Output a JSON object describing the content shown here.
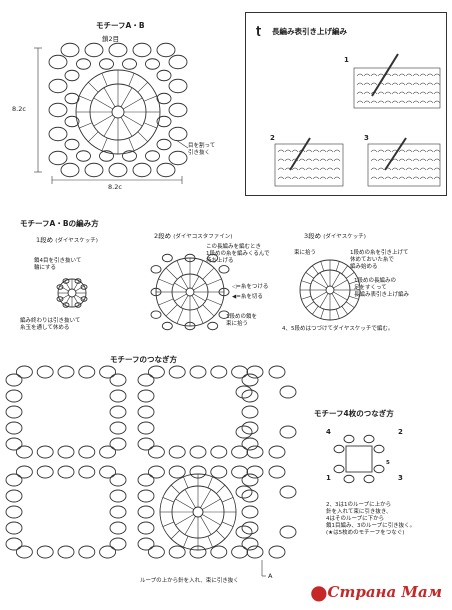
{
  "motif_ab": {
    "title": "モチーフA・B",
    "round_label": "鎖2目",
    "size_height": "8.2c",
    "size_width": "8.2c",
    "note": "目を割って\n引き抜く"
  },
  "stitch_box": {
    "title": "長編み表引き上げ編み",
    "steps": [
      "1",
      "2",
      "3"
    ]
  },
  "howto": {
    "title": "モチーフA・Bの編み方",
    "round1": {
      "label": "1段め",
      "yarn": "(ダイヤスケッチ)",
      "note_top": "鎖4目を引き抜いて\n輪にする",
      "note_bottom": "編み終わりは引き抜いて\n糸玉を通して休める"
    },
    "round2": {
      "label": "2段め",
      "yarn": "(ダイヤコスタファイン)",
      "note_top": "この長編みを編むとき\n1段めの糸を編みくるんで\n持ち上げる",
      "legend_attach": "◁=糸をつける",
      "legend_cut": "◀=糸を切る",
      "note_bottom": "1段めの鎖を\n束に拾う"
    },
    "round3": {
      "label": "3段め",
      "yarn": "(ダイヤスケッチ)",
      "note_left": "束に拾う",
      "note_right": "1段めの糸を引き上げて\n休めておいた糸で\n編み始める",
      "note_right2": "1段めの長編みの\n足をすくって\n長編み表引き上げ編み",
      "note_bottom": "4、5段めはつづけてダイヤスケッチで編む。"
    }
  },
  "joining": {
    "title": "モチーフのつなぎ方",
    "note_bottom": "ループの上から針を入れ、束に引き抜く",
    "mark_a": "A",
    "four_title": "モチーフ4枚のつなぎ方",
    "four_labels": [
      "4",
      "2",
      "1",
      "3",
      "5"
    ],
    "four_note": "2、3は1のループに上から\n針を入れて束に引き抜き、\n4はそのループに下から\n鎖1目編み、3のループに引き抜く。\n(★は5枚めのモチーフをつなぐ)"
  },
  "watermark": "Страна Мам"
}
